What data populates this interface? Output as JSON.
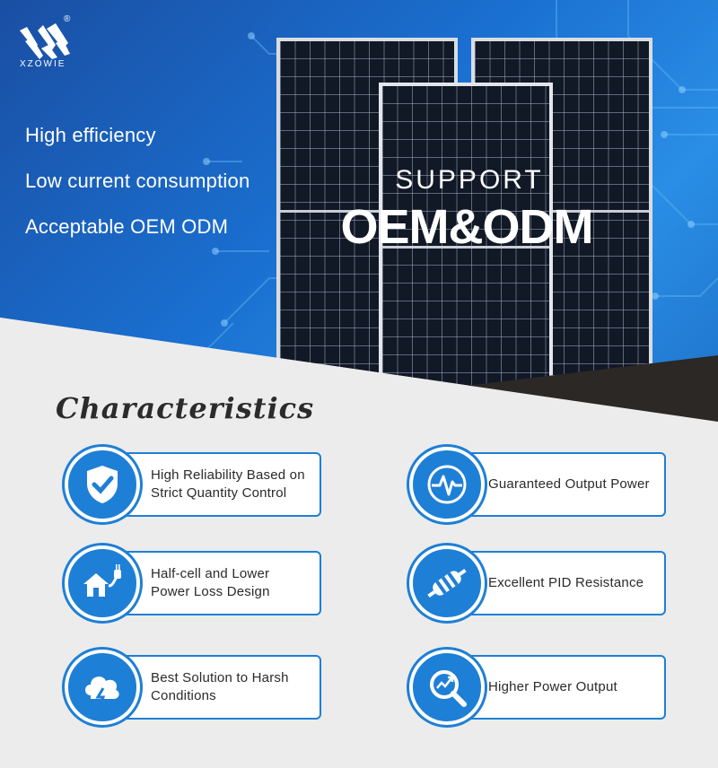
{
  "brand": {
    "name": "XZOWIE",
    "registered": "®"
  },
  "hero": {
    "features": [
      "High efficiency",
      "Low current consumption",
      "Acceptable OEM ODM"
    ],
    "support": "SUPPORT",
    "oem": "OEM&ODM"
  },
  "characteristics": {
    "title": "Characteristics",
    "items": [
      {
        "text": "High Reliability Based on\nStrict Quantity Control",
        "icon": "shield-check-icon"
      },
      {
        "text": "Guaranteed Output Power",
        "icon": "pulse-icon"
      },
      {
        "text": "Half-cell and Lower\nPower Loss Design",
        "icon": "house-plug-icon"
      },
      {
        "text": "Excellent PID Resistance",
        "icon": "resistor-icon"
      },
      {
        "text": "Best Solution to Harsh\nConditions",
        "icon": "cloud-lightning-icon"
      },
      {
        "text": "Higher Power Output",
        "icon": "magnifier-chart-icon"
      }
    ]
  },
  "colors": {
    "accent": "#1e7fd6",
    "dark_corner": "#2b2826",
    "hero_blue": "#1a6fd0"
  }
}
